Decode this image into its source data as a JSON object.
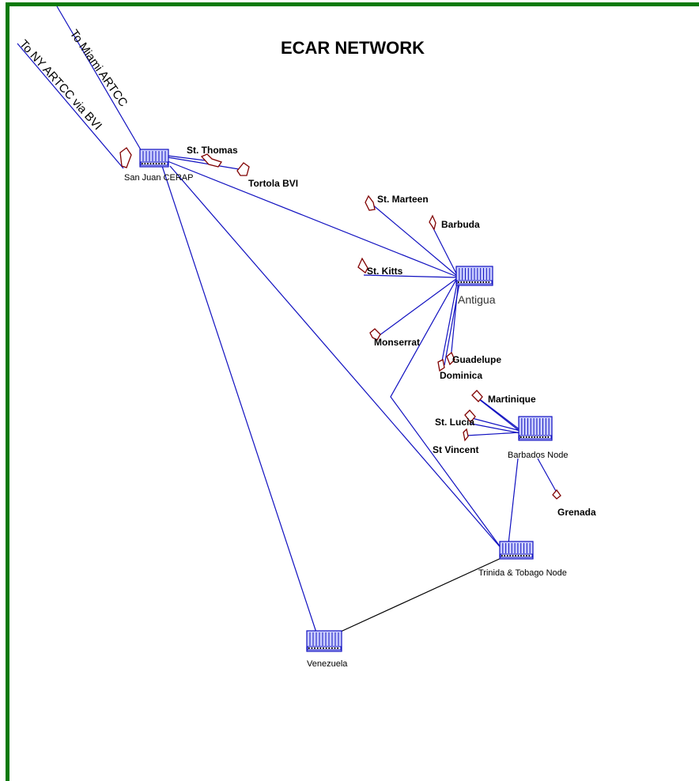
{
  "title": "ECAR NETWORK",
  "frame_color": "#0a7a0a",
  "link_color": "#1010c0",
  "island_color": "#800000",
  "external_links": {
    "miami": "To Miami ARTCC",
    "ny": "To NY ARTCC via BVI"
  },
  "nodes": {
    "san_juan": "San Juan CERAP",
    "antigua": "Antigua",
    "barbados": "Barbados Node",
    "trinidad": "Trinida & Tobago Node",
    "venezuela": "Venezuela"
  },
  "islands": {
    "st_thomas": "St. Thomas",
    "tortola": "Tortola BVI",
    "st_marteen": "St. Marteen",
    "barbuda": "Barbuda",
    "st_kitts": "St. Kitts",
    "monserrat": "Monserrat",
    "guadelupe": "Guadelupe",
    "dominica": "Dominica",
    "martinique": "Martinique",
    "st_lucia": "St. Lucia",
    "st_vincent": "St Vincent",
    "grenada": "Grenada"
  }
}
